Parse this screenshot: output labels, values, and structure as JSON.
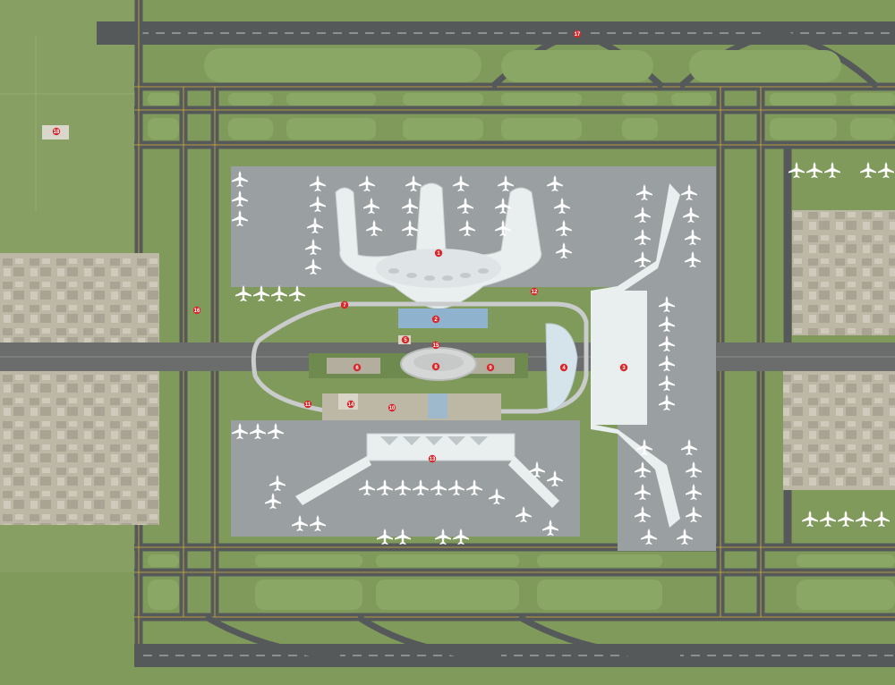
{
  "map": {
    "palette": {
      "grass": "#7f9a5a",
      "grass_light": "#8aa765",
      "pavement": "#55595a",
      "taxi_line": "#d2b23a",
      "apron": "#9aa0a2",
      "terminal_roof": "#e9eeef",
      "landside": "#bdb7a6",
      "marker": "#d9262a",
      "water": "#8fb3cf"
    },
    "markers": [
      "1",
      "2",
      "3",
      "4",
      "5",
      "6",
      "7",
      "8",
      "9",
      "10",
      "11",
      "12",
      "13",
      "14",
      "15",
      "16",
      "17",
      "18"
    ]
  }
}
